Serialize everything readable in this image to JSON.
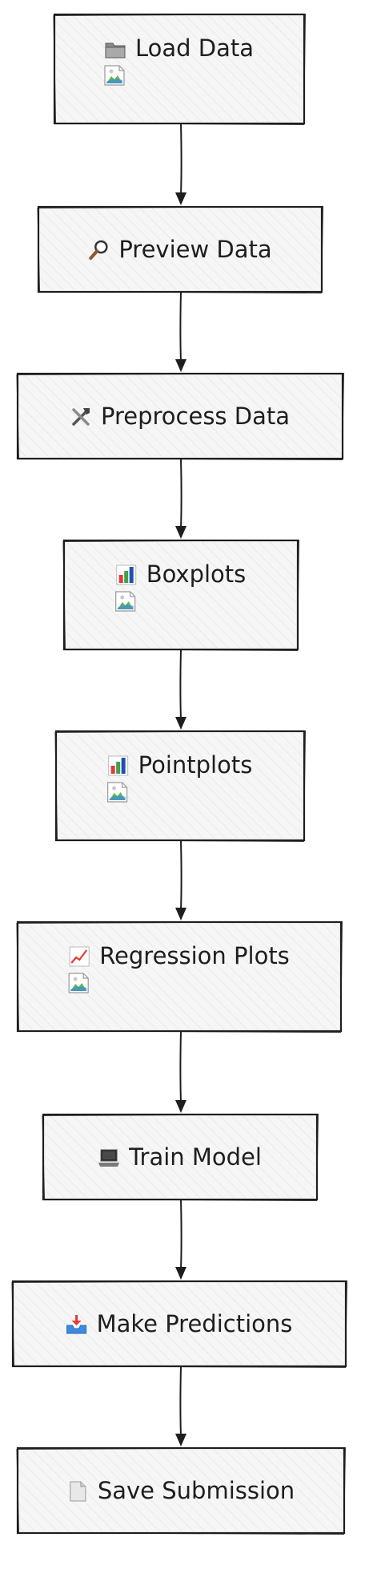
{
  "nodes": [
    {
      "id": "load-data",
      "icon": "folder-icon",
      "label": "Load Data",
      "has_image": true
    },
    {
      "id": "preview-data",
      "icon": "magnifier-icon",
      "label": "Preview Data",
      "has_image": false
    },
    {
      "id": "preprocess-data",
      "icon": "tools-icon",
      "label": "Preprocess Data",
      "has_image": false
    },
    {
      "id": "boxplots",
      "icon": "bar-chart-icon",
      "label": "Boxplots",
      "has_image": true
    },
    {
      "id": "pointplots",
      "icon": "bar-chart-icon",
      "label": "Pointplots",
      "has_image": true
    },
    {
      "id": "regression-plots",
      "icon": "line-chart-icon",
      "label": "Regression Plots",
      "has_image": true
    },
    {
      "id": "train-model",
      "icon": "laptop-icon",
      "label": "Train Model",
      "has_image": false
    },
    {
      "id": "make-predictions",
      "icon": "inbox-tray-icon",
      "label": "Make Predictions",
      "has_image": false
    },
    {
      "id": "save-submission",
      "icon": "document-icon",
      "label": "Save Submission",
      "has_image": false
    }
  ],
  "edges": [
    {
      "from": "load-data",
      "to": "preview-data"
    },
    {
      "from": "preview-data",
      "to": "preprocess-data"
    },
    {
      "from": "preprocess-data",
      "to": "boxplots"
    },
    {
      "from": "boxplots",
      "to": "pointplots"
    },
    {
      "from": "pointplots",
      "to": "regression-plots"
    },
    {
      "from": "regression-plots",
      "to": "train-model"
    },
    {
      "from": "train-model",
      "to": "make-predictions"
    },
    {
      "from": "make-predictions",
      "to": "save-submission"
    }
  ],
  "colors": {
    "stroke": "#1e1e1e",
    "fill": "#f6f6f6",
    "hatch": "#e2e2e2"
  }
}
